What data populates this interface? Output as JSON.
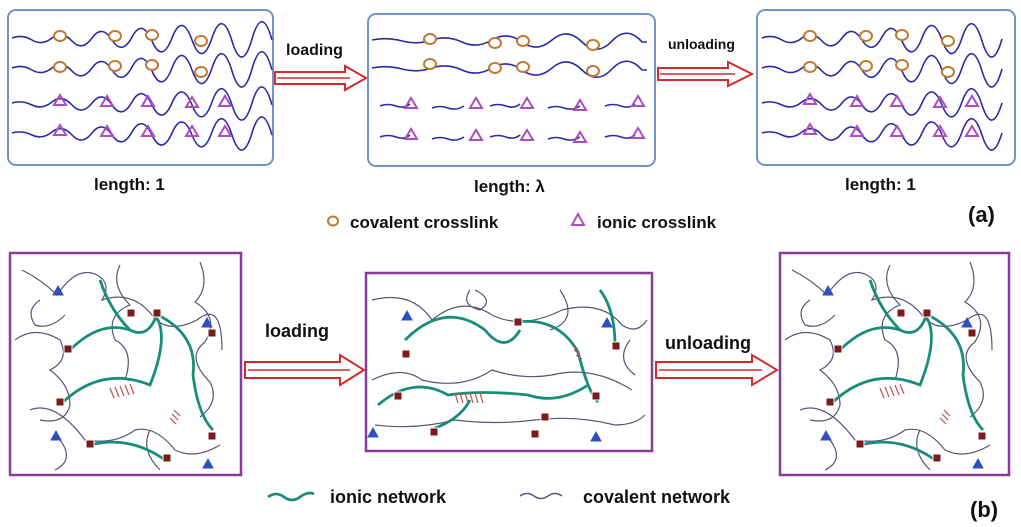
{
  "panel_a": {
    "left_length_label": "length: 1",
    "middle_length_label": "length: λ",
    "right_length_label": "length: 1",
    "loading_label": "loading",
    "unloading_label": "unloading",
    "legend": {
      "covalent_label": "covalent crosslink",
      "ionic_label": "ionic crosslink"
    },
    "panel_label": "(a)"
  },
  "panel_b": {
    "loading_label": "loading",
    "unloading_label": "unloading",
    "legend": {
      "ionic_network_label": "ionic network",
      "covalent_network_label": "covalent network"
    },
    "panel_label": "(b)"
  },
  "colors": {
    "chain": "#2a2aa8",
    "covalent_marker": "#c07a30",
    "ionic_marker": "#b04cc0",
    "box_border_a": "#6f95c8",
    "box_border_b": "#8a3a9a",
    "arrow": "#d42a2a",
    "ionic_network": "#1a8c7c",
    "covalent_network": "#555577",
    "hybrid_crosslink": "#7a1a1a",
    "ionic_triangle_b": "#3050c0"
  }
}
